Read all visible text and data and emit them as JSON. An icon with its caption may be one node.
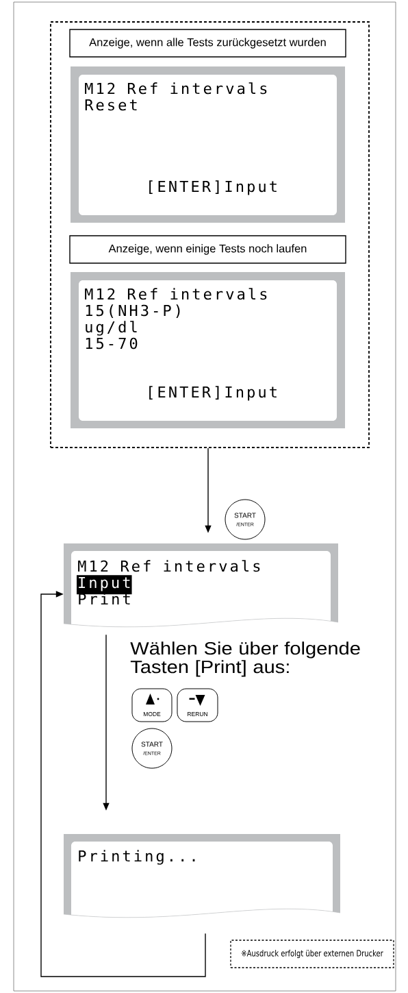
{
  "diagram": {
    "nodes": [
      {
        "text": [],
        "shape": "box"
      },
      {
        "text": [
          "Anzeige, wenn alle Tests zurückgesetzt wurden"
        ],
        "in": 0
      },
      {
        "text": [
          "M12 Ref intervals",
          "Reset",
          "[ENTER]Input"
        ],
        "in": 0
      },
      {
        "text": [
          "Anzeige, wenn einige Tests noch laufen"
        ],
        "in": 0
      },
      {
        "text": [
          "M12 Ref intervals",
          "15(NH3-P)",
          "ug/dl",
          "15-70",
          "[ENTER]Input"
        ],
        "in": 0
      },
      {
        "text": [
          "START",
          "/ENTER"
        ]
      },
      {
        "text": [
          "M12 Ref intervals",
          "Input",
          "Print"
        ]
      },
      {
        "text": [
          "MODE"
        ]
      },
      {
        "text": [
          "RERUN"
        ]
      },
      {
        "text": [
          "START",
          "/ENTER"
        ]
      },
      {
        "text": [
          "Printing..."
        ]
      },
      {
        "text": [
          "※Ausdruck erfolgt über externen Drucker"
        ]
      }
    ],
    "edges": [
      {
        "from": 0,
        "to": 6,
        "arrow": "to"
      },
      {
        "from": 6,
        "to": 10,
        "arrow": "to"
      },
      {
        "from": 10,
        "to": 6,
        "arrow": "to"
      }
    ],
    "labels": [
      "Wählen Sie über folgende Tasten [Print] aus:"
    ]
  }
}
